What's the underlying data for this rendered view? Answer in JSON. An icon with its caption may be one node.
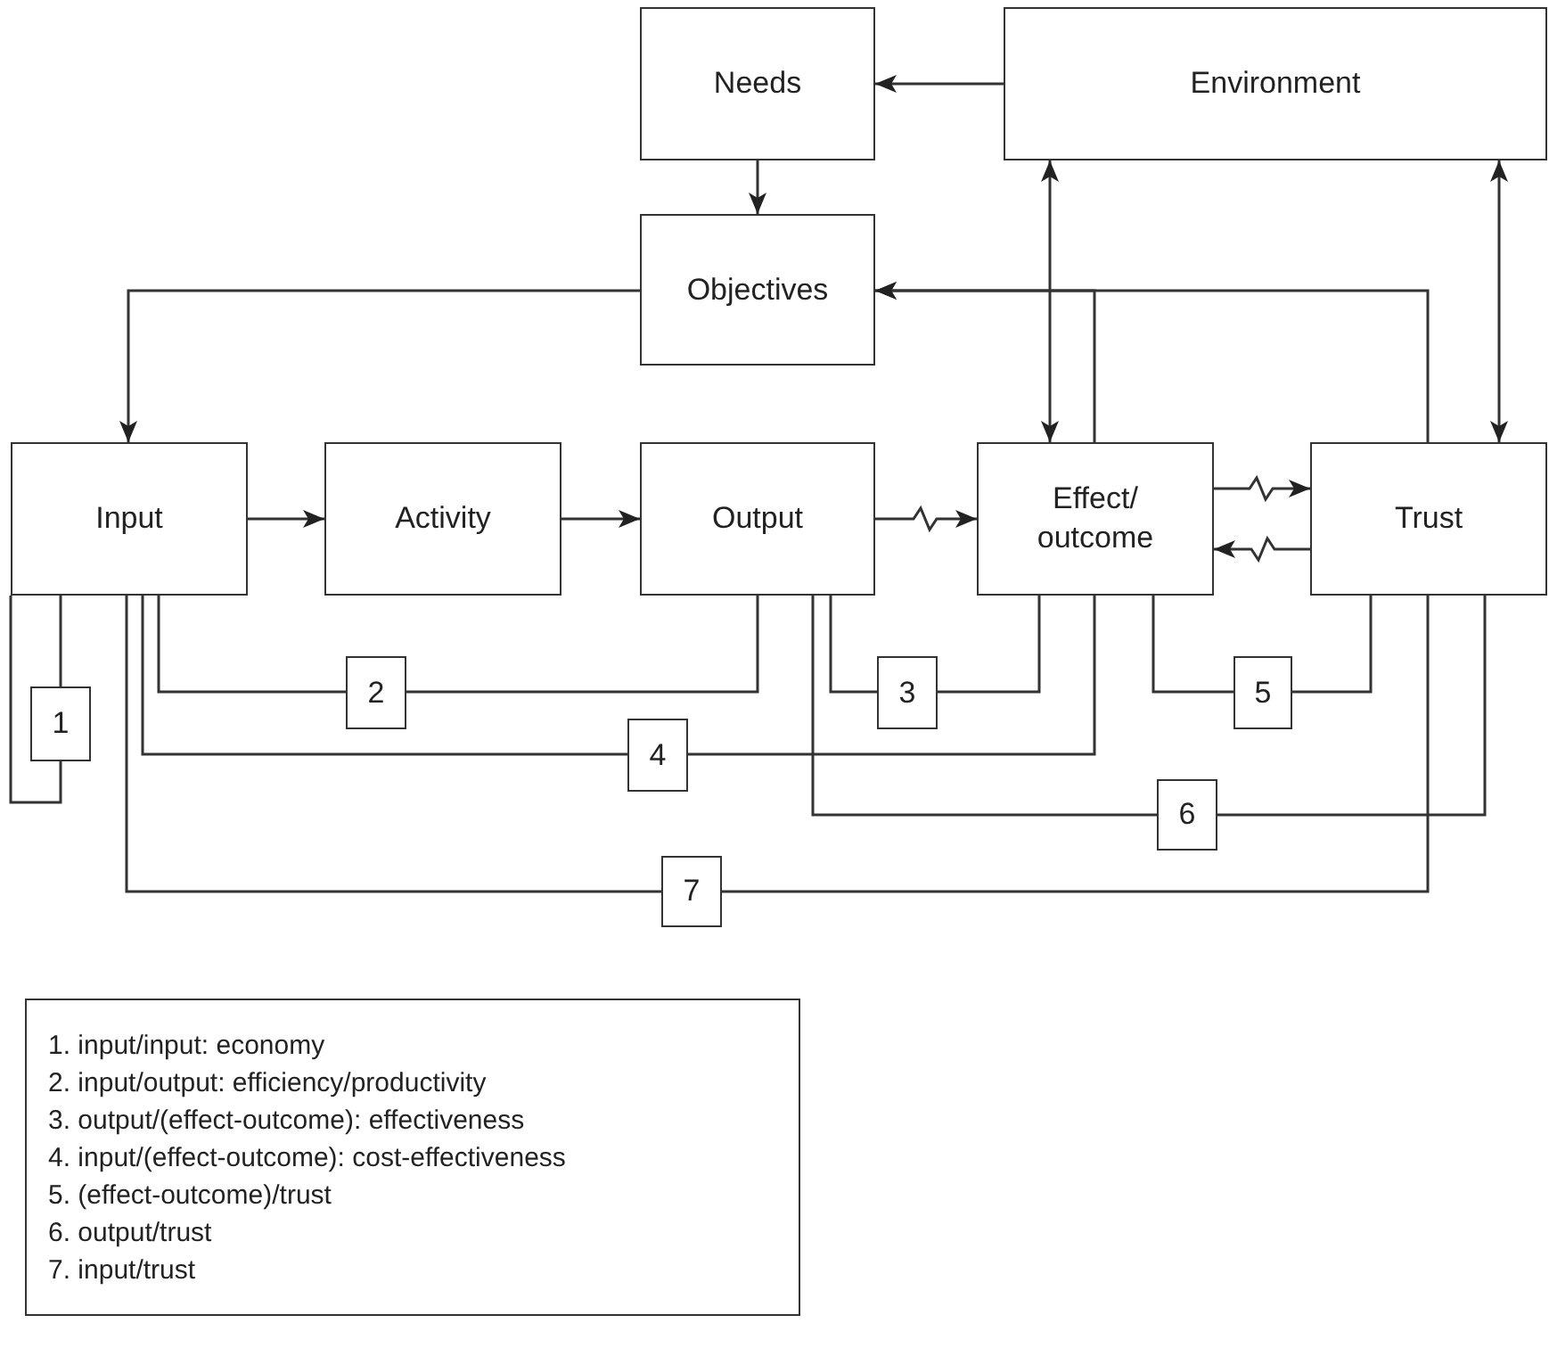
{
  "diagram": {
    "nodes": [
      {
        "text": [
          "Needs"
        ]
      },
      {
        "text": [
          "Environment"
        ]
      },
      {
        "text": [
          "Objectives"
        ]
      },
      {
        "text": [
          "Input"
        ]
      },
      {
        "text": [
          "Activity"
        ]
      },
      {
        "text": [
          "Output"
        ]
      },
      {
        "text": [
          "Effect/ outcome"
        ]
      },
      {
        "text": [
          "Trust"
        ]
      },
      {
        "text": [
          "1"
        ]
      },
      {
        "text": [
          "2"
        ]
      },
      {
        "text": [
          "3"
        ]
      },
      {
        "text": [
          "4"
        ]
      },
      {
        "text": [
          "5"
        ]
      },
      {
        "text": [
          "6"
        ]
      },
      {
        "text": [
          "7"
        ]
      },
      {
        "text": [
          "1. input/input: economy",
          "2. input/output: efficiency/productivity",
          "3. output/(effect-outcome): effectiveness",
          "4. input/(effect-outcome): cost-effectiveness",
          "5. (effect-outcome)/trust",
          "6. output/trust",
          "7. input/trust"
        ]
      }
    ],
    "edges": [
      {
        "from": 1,
        "to": 0,
        "arrow": "to"
      },
      {
        "from": 0,
        "to": 2,
        "arrow": "to"
      },
      {
        "from": 2,
        "to": 3,
        "arrow": "to"
      },
      {
        "from": 3,
        "to": 4,
        "arrow": "to"
      },
      {
        "from": 4,
        "to": 5,
        "arrow": "to"
      },
      {
        "from": 5,
        "to": 6,
        "arrow": "to"
      },
      {
        "from": 6,
        "to": 7,
        "arrow": "to"
      },
      {
        "from": 7,
        "to": 6,
        "arrow": "to"
      },
      {
        "from": 1,
        "to": 6,
        "arrow": "both"
      },
      {
        "from": 1,
        "to": 7,
        "arrow": "both"
      },
      {
        "from": 6,
        "to": 2,
        "arrow": "to"
      },
      {
        "from": 7,
        "to": 2,
        "arrow": "to"
      },
      {
        "from": 3,
        "to": 8,
        "arrow": "none"
      },
      {
        "from": 8,
        "to": 3,
        "arrow": "none"
      },
      {
        "from": 3,
        "to": 9,
        "arrow": "none"
      },
      {
        "from": 9,
        "to": 5,
        "arrow": "none"
      },
      {
        "from": 5,
        "to": 10,
        "arrow": "none"
      },
      {
        "from": 10,
        "to": 6,
        "arrow": "none"
      },
      {
        "from": 3,
        "to": 11,
        "arrow": "none"
      },
      {
        "from": 11,
        "to": 6,
        "arrow": "none"
      },
      {
        "from": 6,
        "to": 12,
        "arrow": "none"
      },
      {
        "from": 12,
        "to": 7,
        "arrow": "none"
      },
      {
        "from": 5,
        "to": 13,
        "arrow": "none"
      },
      {
        "from": 13,
        "to": 7,
        "arrow": "none"
      },
      {
        "from": 3,
        "to": 14,
        "arrow": "none"
      },
      {
        "from": 14,
        "to": 7,
        "arrow": "none"
      }
    ]
  }
}
